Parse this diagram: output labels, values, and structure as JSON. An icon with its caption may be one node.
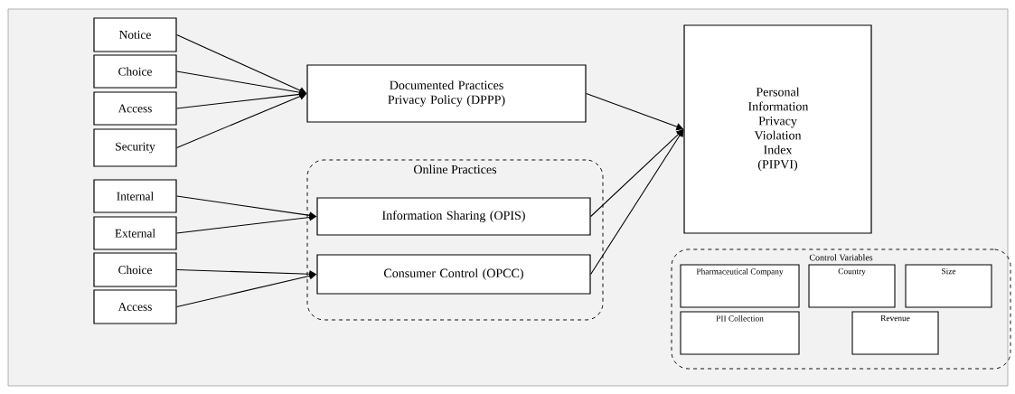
{
  "diagram": {
    "nodes": [
      {
        "text": [
          "Notice"
        ]
      },
      {
        "text": [
          "Choice"
        ]
      },
      {
        "text": [
          "Access"
        ]
      },
      {
        "text": [
          "Security"
        ]
      },
      {
        "text": [
          "Internal"
        ]
      },
      {
        "text": [
          "External"
        ]
      },
      {
        "text": [
          "Choice"
        ]
      },
      {
        "text": [
          "Access"
        ]
      },
      {
        "text": [
          "Documented Practices Privacy Policy (DPPP)"
        ]
      },
      {
        "text": [
          "Online Practices"
        ]
      },
      {
        "text": [
          "Information Sharing (OPIS)"
        ],
        "in": 9
      },
      {
        "text": [
          "Consumer Control (OPCC)"
        ],
        "in": 9
      },
      {
        "text": [
          "Personal Information Privacy Violation Index (PIPVI)"
        ]
      },
      {
        "text": [
          "Control Variables"
        ]
      },
      {
        "text": [
          "Pharmaceutical Company"
        ],
        "in": 13
      },
      {
        "text": [
          "Country"
        ],
        "in": 13
      },
      {
        "text": [
          "Size"
        ],
        "in": 13
      },
      {
        "text": [
          "PII Collection"
        ],
        "in": 13
      },
      {
        "text": [
          "Revenue"
        ],
        "in": 13
      }
    ],
    "edges": [
      {
        "from": 0,
        "to": 8,
        "arrow": "to"
      },
      {
        "from": 1,
        "to": 8,
        "arrow": "to"
      },
      {
        "from": 2,
        "to": 8,
        "arrow": "to"
      },
      {
        "from": 3,
        "to": 8,
        "arrow": "to"
      },
      {
        "from": 4,
        "to": 10,
        "arrow": "to"
      },
      {
        "from": 5,
        "to": 10,
        "arrow": "to"
      },
      {
        "from": 6,
        "to": 11,
        "arrow": "to"
      },
      {
        "from": 7,
        "to": 11,
        "arrow": "to"
      },
      {
        "from": 8,
        "to": 12,
        "arrow": "to"
      },
      {
        "from": 10,
        "to": 12,
        "arrow": "to"
      },
      {
        "from": 11,
        "to": 12,
        "arrow": "to"
      }
    ]
  }
}
